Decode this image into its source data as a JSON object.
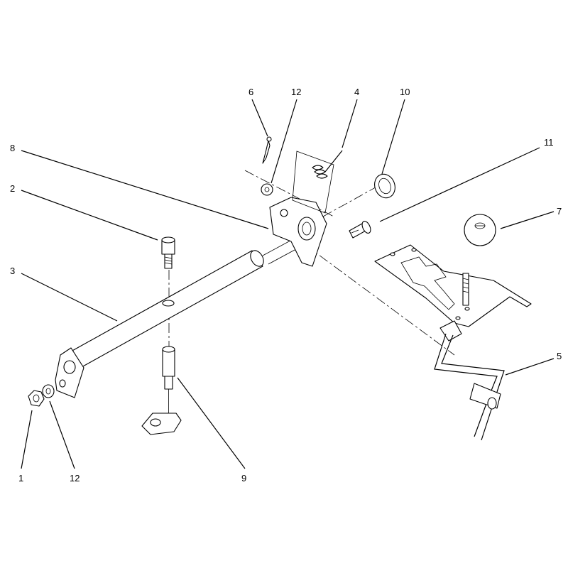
{
  "callouts": {
    "c1": "1",
    "c2": "2",
    "c3": "3",
    "c4": "4",
    "c5": "5",
    "c6": "6",
    "c7": "7",
    "c8": "8",
    "c9": "9",
    "c10": "10",
    "c11": "11",
    "c12_top": "12",
    "c12_bottom": "12"
  }
}
